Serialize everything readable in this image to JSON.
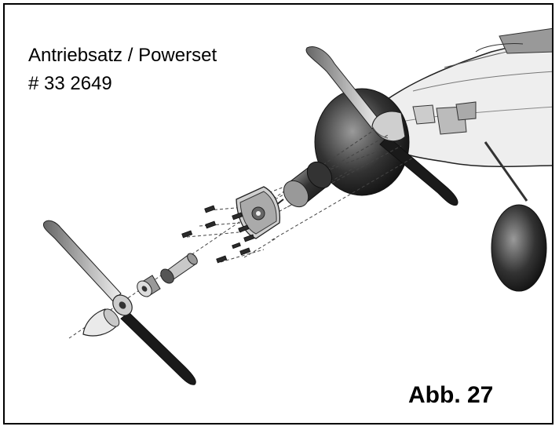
{
  "figure": {
    "title": "Antriebsatz / Powerset",
    "part_number": "# 33 2649",
    "label": "Abb. 27"
  },
  "colors": {
    "frame": "#000000",
    "ink": "#222222",
    "dark_part": "#2b2b2b",
    "light_part": "#dcdcdc"
  }
}
